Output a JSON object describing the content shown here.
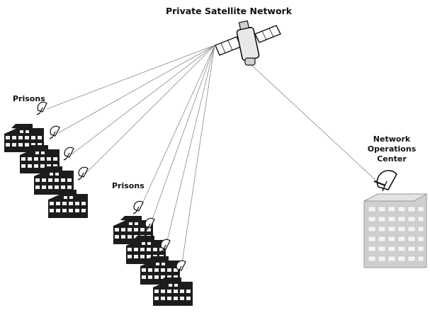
{
  "title": "Private Satellite Network",
  "groups": {
    "left_label": "Prisons",
    "middle_label": "Prisons"
  },
  "noc": {
    "label_lines": [
      "Network",
      "Operations",
      "Center"
    ]
  },
  "colors": {
    "ink": "#111111",
    "link_line": "#8a8a8a",
    "building_dark": "#1c1c1c",
    "window": "#f2f2f2",
    "noc_building": "#cfcfcf",
    "satellite_body": "#e8e8e8"
  },
  "icons": [
    "satellite-icon",
    "prison-building-icon",
    "satellite-dish-icon",
    "office-building-icon"
  ]
}
